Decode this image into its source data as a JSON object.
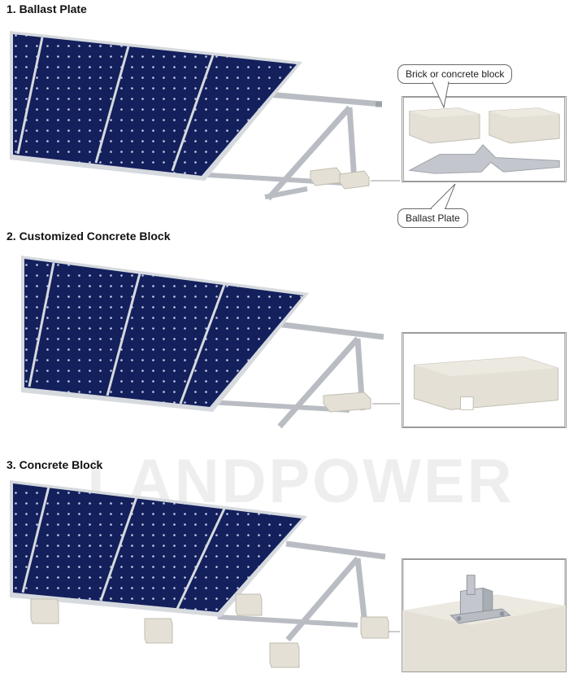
{
  "sections": [
    {
      "title": "1. Ballast Plate"
    },
    {
      "title": "2. Customized Concrete Block"
    },
    {
      "title": "3. Concrete Block"
    }
  ],
  "callouts": {
    "brick": "Brick or concrete block",
    "plate": "Ballast Plate"
  },
  "watermark": "LANDPOWER",
  "colors": {
    "panel": "#13205c",
    "cell_dot": "#c9cfe6",
    "frame": "#d6d9de",
    "rail": "#b9bdc3",
    "concrete": "#e4e0d6",
    "plate": "#c3c7cd",
    "border": "#9a9a9a"
  }
}
